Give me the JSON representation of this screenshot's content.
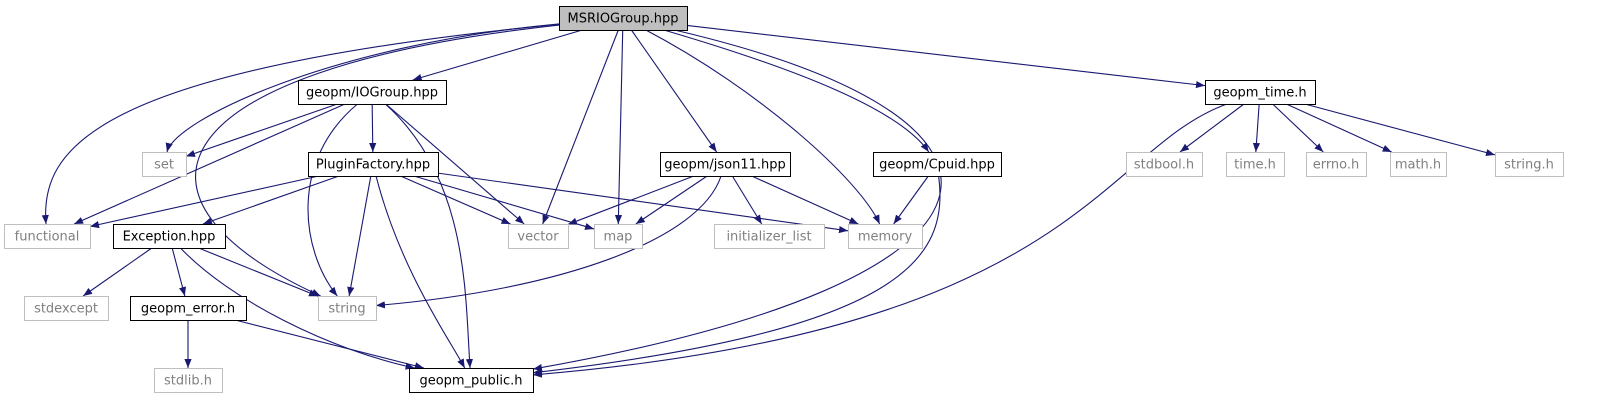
{
  "diagram": {
    "colors": {
      "edge": "#191970",
      "arrowhead": "#191970",
      "root_fill": "#bfbfbf",
      "node_border": "#000000",
      "external_border": "#bfbfbf",
      "external_text": "#808080",
      "text": "#000000"
    },
    "nodes": [
      {
        "id": "root",
        "label": "MSRIOGroup.hpp",
        "kind": "root"
      },
      {
        "id": "iogroup",
        "label": "geopm/IOGroup.hpp",
        "kind": "internal"
      },
      {
        "id": "pluginfactory",
        "label": "PluginFactory.hpp",
        "kind": "internal"
      },
      {
        "id": "exception",
        "label": "Exception.hpp",
        "kind": "internal"
      },
      {
        "id": "geopm_error",
        "label": "geopm_error.h",
        "kind": "internal"
      },
      {
        "id": "geopm_public",
        "label": "geopm_public.h",
        "kind": "internal"
      },
      {
        "id": "json11",
        "label": "geopm/json11.hpp",
        "kind": "internal"
      },
      {
        "id": "cpuid",
        "label": "geopm/Cpuid.hpp",
        "kind": "internal"
      },
      {
        "id": "geopm_time",
        "label": "geopm_time.h",
        "kind": "internal"
      },
      {
        "id": "set",
        "label": "set",
        "kind": "external"
      },
      {
        "id": "functional",
        "label": "functional",
        "kind": "external"
      },
      {
        "id": "vector",
        "label": "vector",
        "kind": "external"
      },
      {
        "id": "map",
        "label": "map",
        "kind": "external"
      },
      {
        "id": "initializer_list",
        "label": "initializer_list",
        "kind": "external"
      },
      {
        "id": "memory",
        "label": "memory",
        "kind": "external"
      },
      {
        "id": "string",
        "label": "string",
        "kind": "external"
      },
      {
        "id": "stdexcept",
        "label": "stdexcept",
        "kind": "external"
      },
      {
        "id": "stdlib",
        "label": "stdlib.h",
        "kind": "external"
      },
      {
        "id": "stdbool",
        "label": "stdbool.h",
        "kind": "external"
      },
      {
        "id": "time",
        "label": "time.h",
        "kind": "external"
      },
      {
        "id": "errno",
        "label": "errno.h",
        "kind": "external"
      },
      {
        "id": "math",
        "label": "math.h",
        "kind": "external"
      },
      {
        "id": "stringh",
        "label": "string.h",
        "kind": "external"
      }
    ],
    "edges": [
      {
        "from": "root",
        "to": "iogroup"
      },
      {
        "from": "root",
        "to": "set"
      },
      {
        "from": "root",
        "to": "functional"
      },
      {
        "from": "root",
        "to": "string"
      },
      {
        "from": "root",
        "to": "vector"
      },
      {
        "from": "root",
        "to": "map"
      },
      {
        "from": "root",
        "to": "json11"
      },
      {
        "from": "root",
        "to": "memory"
      },
      {
        "from": "root",
        "to": "cpuid"
      },
      {
        "from": "root",
        "to": "geopm_public"
      },
      {
        "from": "root",
        "to": "geopm_time"
      },
      {
        "from": "iogroup",
        "to": "set"
      },
      {
        "from": "iogroup",
        "to": "functional"
      },
      {
        "from": "iogroup",
        "to": "pluginfactory"
      },
      {
        "from": "iogroup",
        "to": "string"
      },
      {
        "from": "iogroup",
        "to": "vector"
      },
      {
        "from": "iogroup",
        "to": "geopm_public"
      },
      {
        "from": "pluginfactory",
        "to": "functional"
      },
      {
        "from": "pluginfactory",
        "to": "exception"
      },
      {
        "from": "pluginfactory",
        "to": "string"
      },
      {
        "from": "pluginfactory",
        "to": "vector"
      },
      {
        "from": "pluginfactory",
        "to": "map"
      },
      {
        "from": "pluginfactory",
        "to": "memory"
      },
      {
        "from": "pluginfactory",
        "to": "geopm_public"
      },
      {
        "from": "exception",
        "to": "stdexcept"
      },
      {
        "from": "exception",
        "to": "geopm_error"
      },
      {
        "from": "exception",
        "to": "string"
      },
      {
        "from": "exception",
        "to": "geopm_public"
      },
      {
        "from": "geopm_error",
        "to": "stdlib"
      },
      {
        "from": "geopm_error",
        "to": "geopm_public"
      },
      {
        "from": "json11",
        "to": "vector"
      },
      {
        "from": "json11",
        "to": "map"
      },
      {
        "from": "json11",
        "to": "initializer_list"
      },
      {
        "from": "json11",
        "to": "memory"
      },
      {
        "from": "json11",
        "to": "string"
      },
      {
        "from": "cpuid",
        "to": "memory"
      },
      {
        "from": "cpuid",
        "to": "geopm_public"
      },
      {
        "from": "geopm_time",
        "to": "stdbool"
      },
      {
        "from": "geopm_time",
        "to": "time"
      },
      {
        "from": "geopm_time",
        "to": "errno"
      },
      {
        "from": "geopm_time",
        "to": "math"
      },
      {
        "from": "geopm_time",
        "to": "stringh"
      },
      {
        "from": "geopm_time",
        "to": "geopm_public"
      }
    ]
  }
}
